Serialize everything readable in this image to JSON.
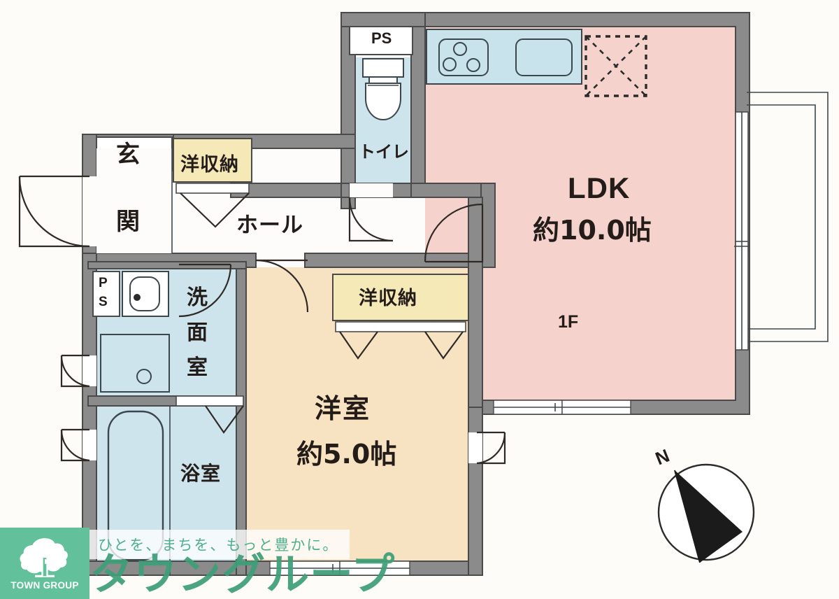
{
  "document": {
    "type": "floor-plan",
    "floor_label": "1F"
  },
  "rooms": {
    "ldk": {
      "name": "LDK",
      "area": "約10.0帖",
      "color": "#f6d2cc"
    },
    "bedroom": {
      "name": "洋室",
      "area": "約5.0帖",
      "color": "#f7e2c2"
    },
    "entrance": {
      "line1": "玄",
      "line2": "関",
      "color": "#ffffff"
    },
    "hall": {
      "name": "ホール",
      "color": "#ffffff"
    },
    "toilet": {
      "name": "トイレ",
      "color": "#c9e3ec"
    },
    "washroom": {
      "line1": "洗",
      "line2": "面",
      "line3": "室",
      "color": "#cde4ec"
    },
    "bath": {
      "name": "浴室",
      "color": "#cde4ec"
    },
    "closet_hall": {
      "name": "洋収納",
      "color": "#f5e9b8"
    },
    "closet_bedroom": {
      "name": "洋収納",
      "color": "#f5e9b8"
    },
    "kitchen_counter": {
      "color": "#c9e3ec"
    }
  },
  "shafts": {
    "ps_top": "PS",
    "ps_left_line1": "P",
    "ps_left_line2": "S"
  },
  "compass": {
    "north_label": "N"
  },
  "branding": {
    "logo_caption": "TOWN GROUP",
    "tagline": "ひとを、まちを、もっと豊かに。",
    "wordmark": "タウングループ",
    "brand_color": "#62c19a"
  },
  "palette": {
    "wall": "#8b8b8b",
    "wall_stroke": "#4a4a4a",
    "outline": "#2f3b41",
    "text": "#231c18",
    "ldk_fill": "#f6d2cc",
    "bedroom_fill": "#f7e2c2",
    "water_fill": "#cde4ec",
    "closet_fill": "#f5e9b8",
    "background": "#fdfcf8"
  }
}
